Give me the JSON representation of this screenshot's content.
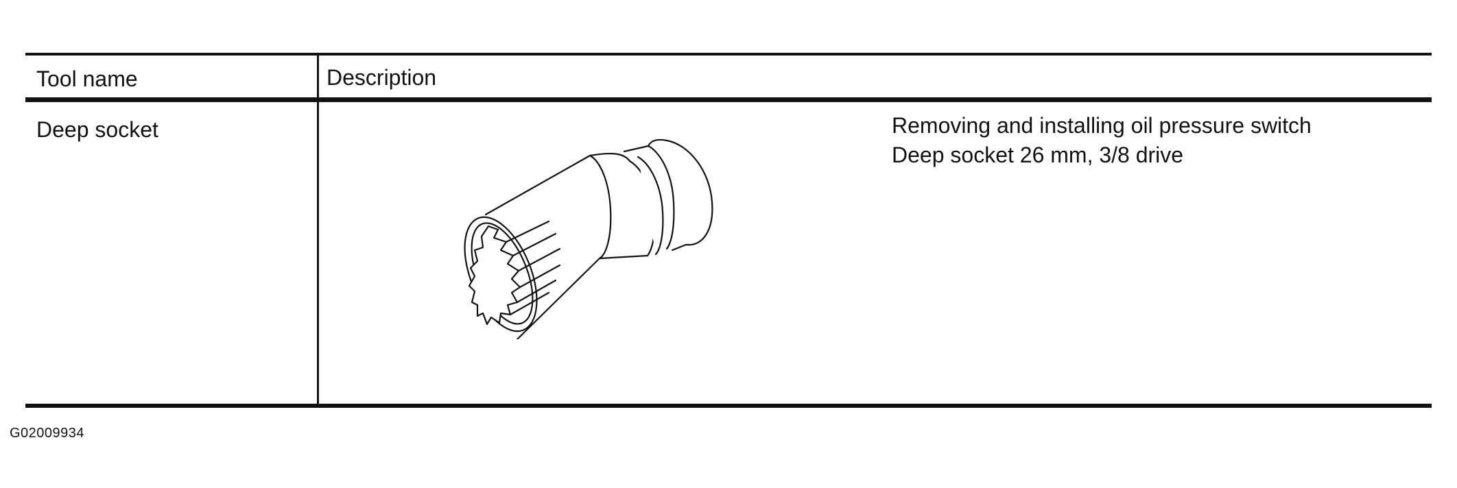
{
  "table": {
    "header": {
      "tool_name": "Tool name",
      "description": "Description"
    },
    "rows": [
      {
        "tool_name": "Deep socket",
        "illustration": "deep-socket-12-point-drawing",
        "description_lines": [
          "Removing and installing oil pressure switch",
          "Deep socket 26 mm, 3/8 drive"
        ]
      }
    ]
  },
  "figure_id": "G02009934"
}
